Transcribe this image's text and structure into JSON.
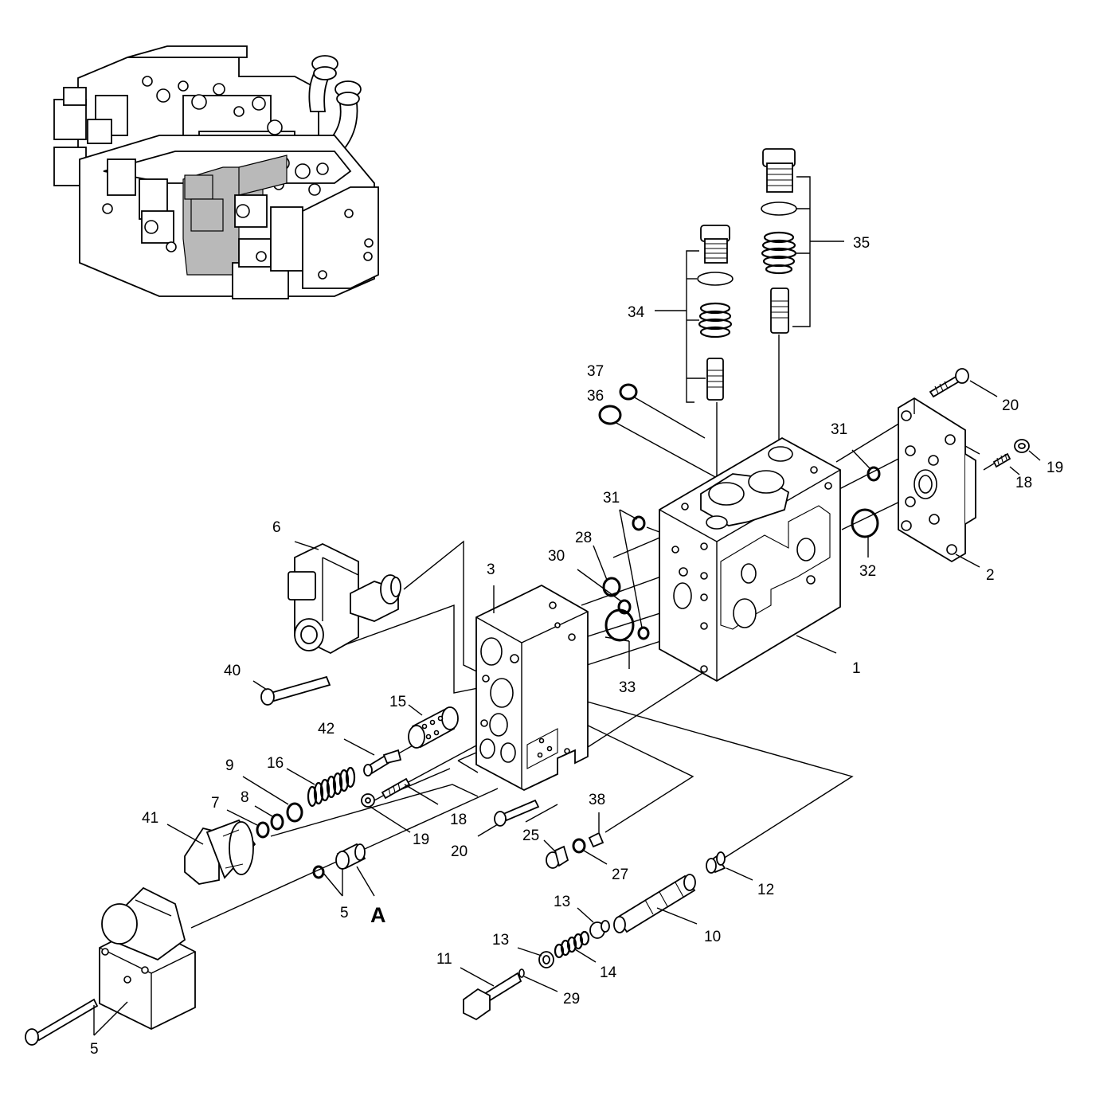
{
  "callouts": [
    {
      "id": "c1",
      "text": "1"
    },
    {
      "id": "c2",
      "text": "2"
    },
    {
      "id": "c3",
      "text": "3"
    },
    {
      "id": "c5a",
      "text": "5"
    },
    {
      "id": "c5b",
      "text": "5"
    },
    {
      "id": "c6",
      "text": "6"
    },
    {
      "id": "c7",
      "text": "7"
    },
    {
      "id": "c8",
      "text": "8"
    },
    {
      "id": "c9",
      "text": "9"
    },
    {
      "id": "c10",
      "text": "10"
    },
    {
      "id": "c11",
      "text": "11"
    },
    {
      "id": "c12",
      "text": "12"
    },
    {
      "id": "c13a",
      "text": "13"
    },
    {
      "id": "c13b",
      "text": "13"
    },
    {
      "id": "c14",
      "text": "14"
    },
    {
      "id": "c15",
      "text": "15"
    },
    {
      "id": "c16",
      "text": "16"
    },
    {
      "id": "c18a",
      "text": "18"
    },
    {
      "id": "c18b",
      "text": "18"
    },
    {
      "id": "c19a",
      "text": "19"
    },
    {
      "id": "c19b",
      "text": "19"
    },
    {
      "id": "c20a",
      "text": "20"
    },
    {
      "id": "c20b",
      "text": "20"
    },
    {
      "id": "c25",
      "text": "25"
    },
    {
      "id": "c27",
      "text": "27"
    },
    {
      "id": "c28",
      "text": "28"
    },
    {
      "id": "c29",
      "text": "29"
    },
    {
      "id": "c30",
      "text": "30"
    },
    {
      "id": "c31a",
      "text": "31"
    },
    {
      "id": "c31b",
      "text": "31"
    },
    {
      "id": "c32",
      "text": "32"
    },
    {
      "id": "c33",
      "text": "33"
    },
    {
      "id": "c34",
      "text": "34"
    },
    {
      "id": "c35",
      "text": "35"
    },
    {
      "id": "c36",
      "text": "36"
    },
    {
      "id": "c37",
      "text": "37"
    },
    {
      "id": "c38",
      "text": "38"
    },
    {
      "id": "c40",
      "text": "40"
    },
    {
      "id": "c41",
      "text": "41"
    },
    {
      "id": "c42",
      "text": "42"
    }
  ],
  "view_marker": "A"
}
